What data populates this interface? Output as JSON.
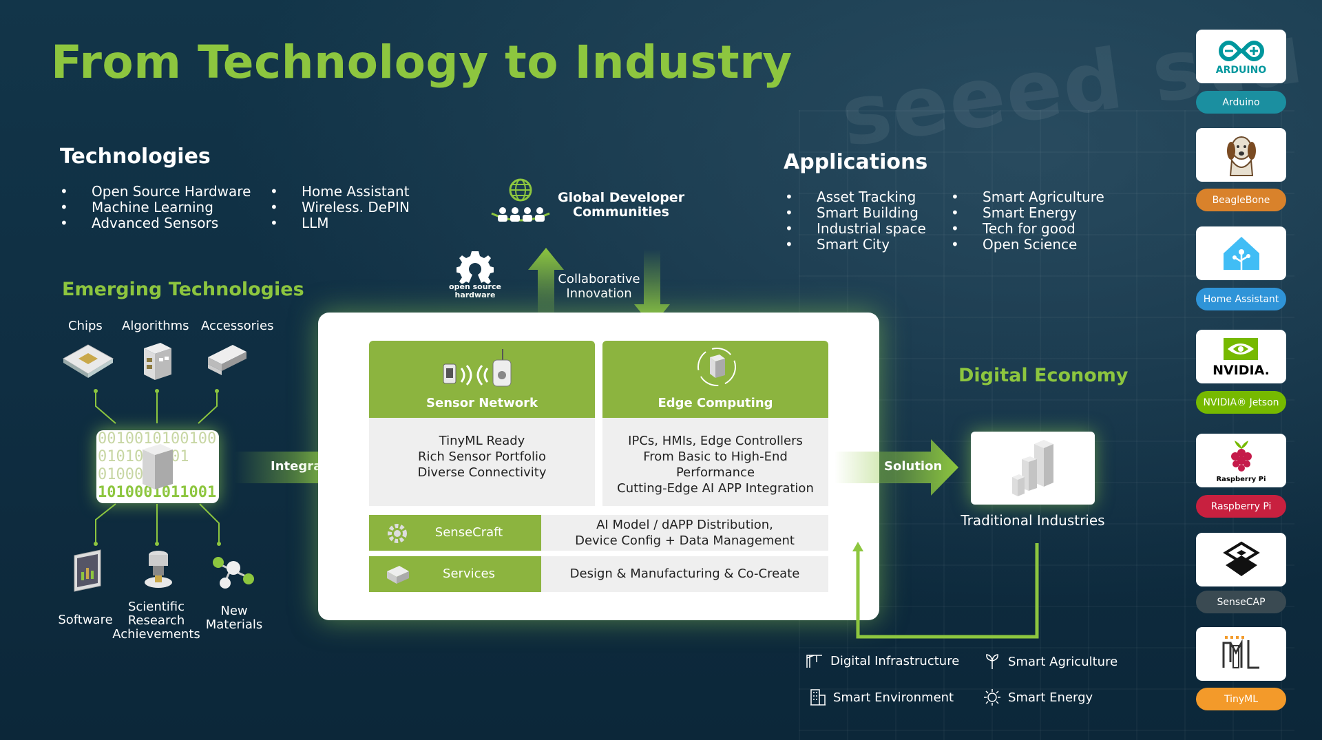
{
  "title": "From Technology to Industry",
  "watermark": "seeed stu",
  "technologies": {
    "heading": "Technologies",
    "col1": [
      "Open Source Hardware",
      "Machine Learning",
      "Advanced Sensors"
    ],
    "col2": [
      "Home Assistant",
      "Wireless. DePIN",
      "LLM"
    ]
  },
  "community": {
    "line1": "Global Developer",
    "line2": "Communities"
  },
  "osh_badge": {
    "line1": "open source",
    "line2": "hardware"
  },
  "collab": {
    "line1": "Collaborative",
    "line2": "Innovation"
  },
  "applications": {
    "heading": "Applications",
    "col1": [
      "Asset Tracking",
      "Smart Building",
      "Industrial space",
      "Smart City"
    ],
    "col2": [
      "Smart Agriculture",
      "Smart Energy",
      "Tech for good",
      "Open Science"
    ]
  },
  "emerging": {
    "heading": "Emerging Technologies",
    "top": [
      "Chips",
      "Algorithms",
      "Accessories"
    ],
    "bottom": [
      {
        "label": "Software"
      },
      {
        "label": "Scientific Research Achievements"
      },
      {
        "label": "New Materials"
      }
    ],
    "binary_rows": [
      "0010010100100",
      "0101011001",
      "01000100",
      "1010001011001"
    ]
  },
  "integration_label": "Integration",
  "solution_label": "Solution",
  "sensor": {
    "title": "Sensor Network",
    "lines": [
      "TinyML Ready",
      "Rich Sensor Portfolio",
      "Diverse Connectivity"
    ]
  },
  "edge": {
    "title": "Edge Computing",
    "lines": [
      "IPCs, HMIs, Edge Controllers",
      "From Basic to High-End Performance",
      "Cutting-Edge AI APP Integration"
    ]
  },
  "sensecraft": {
    "label": "SenseCraft",
    "lines": [
      "AI Model / dAPP Distribution,",
      "Device Config + Data Management"
    ]
  },
  "services": {
    "label": "Services",
    "text": "Design & Manufacturing & Co-Create"
  },
  "digital_economy": "Digital Economy",
  "traditional": "Traditional Industries",
  "bottom_items": [
    {
      "label": "Digital Infrastructure",
      "icon": "crane-icon"
    },
    {
      "label": "Smart Agriculture",
      "icon": "plant-icon"
    },
    {
      "label": "Smart Environment",
      "icon": "building-icon"
    },
    {
      "label": "Smart Energy",
      "icon": "sun-icon"
    }
  ],
  "sidebar": [
    {
      "card": "ARDUINO",
      "label": "Arduino",
      "color": "#1b8fa0"
    },
    {
      "card": "",
      "label": "BeagleBone",
      "color": "#d9822b"
    },
    {
      "card": "",
      "label": "Home Assistant",
      "color": "#2f94d8"
    },
    {
      "card": "NVIDIA.",
      "label": "NVIDIA® Jetson",
      "color": "#76b900"
    },
    {
      "card": "Raspberry Pi",
      "label": "Raspberry Pi",
      "color": "#c8203f"
    },
    {
      "card": "",
      "label": "SenseCAP",
      "color": "#3a4a52"
    },
    {
      "card": "",
      "label": "TinyML",
      "color": "#f39a2a"
    }
  ],
  "colors": {
    "accent": "#8dc63f",
    "box_green": "#8cb43f"
  }
}
